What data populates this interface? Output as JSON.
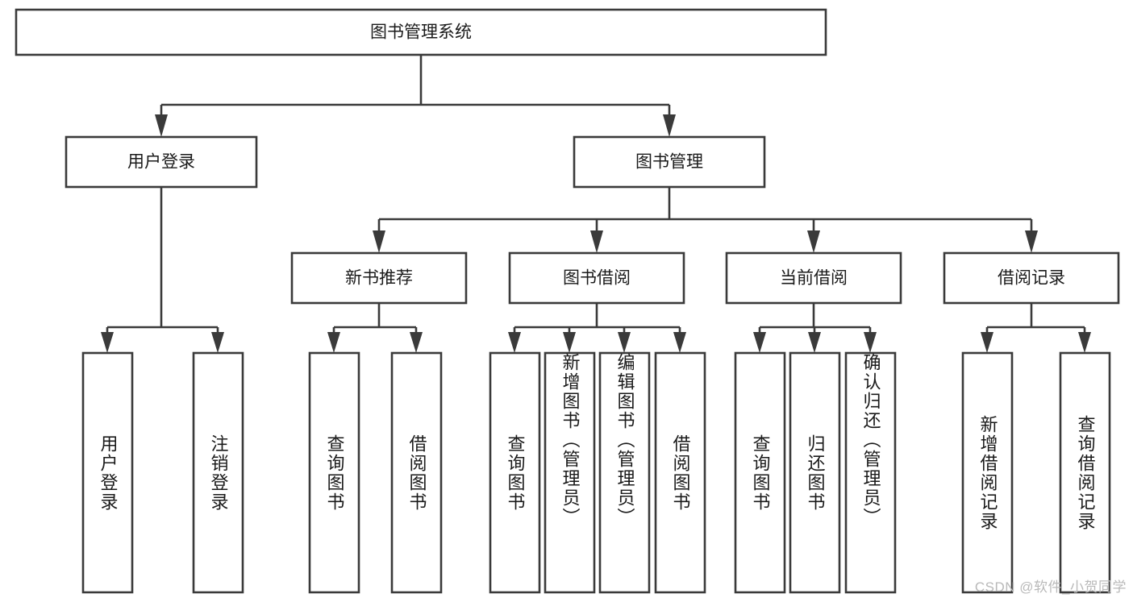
{
  "diagram": {
    "type": "hierarchy-tree",
    "title": "图书管理系统",
    "watermark": "CSDN @软件_小贺同学",
    "colors": {
      "box_stroke": "#3a3a3a",
      "box_fill": "#ffffff",
      "text": "#1a1a1a",
      "background": "#ffffff",
      "watermark": "#b9b9b9"
    },
    "root": {
      "label": "图书管理系统"
    },
    "level2": [
      {
        "label": "用户登录"
      },
      {
        "label": "图书管理"
      }
    ],
    "level3": [
      {
        "label": "新书推荐"
      },
      {
        "label": "图书借阅"
      },
      {
        "label": "当前借阅"
      },
      {
        "label": "借阅记录"
      }
    ],
    "leaves": {
      "user_login": [
        {
          "label": "用户登录"
        },
        {
          "label": "注销登录"
        }
      ],
      "new_book_recommend": [
        {
          "label": "查询图书"
        },
        {
          "label": "借阅图书"
        }
      ],
      "book_borrow": [
        {
          "label": "查询图书"
        },
        {
          "label": "新增图书（管理员）"
        },
        {
          "label": "编辑图书（管理员）"
        },
        {
          "label": "借阅图书"
        }
      ],
      "current_borrow": [
        {
          "label": "查询图书"
        },
        {
          "label": "归还图书"
        },
        {
          "label": "确认归还（管理员）"
        }
      ],
      "borrow_record": [
        {
          "label": "新增借阅记录"
        },
        {
          "label": "查询借阅记录"
        }
      ]
    }
  }
}
